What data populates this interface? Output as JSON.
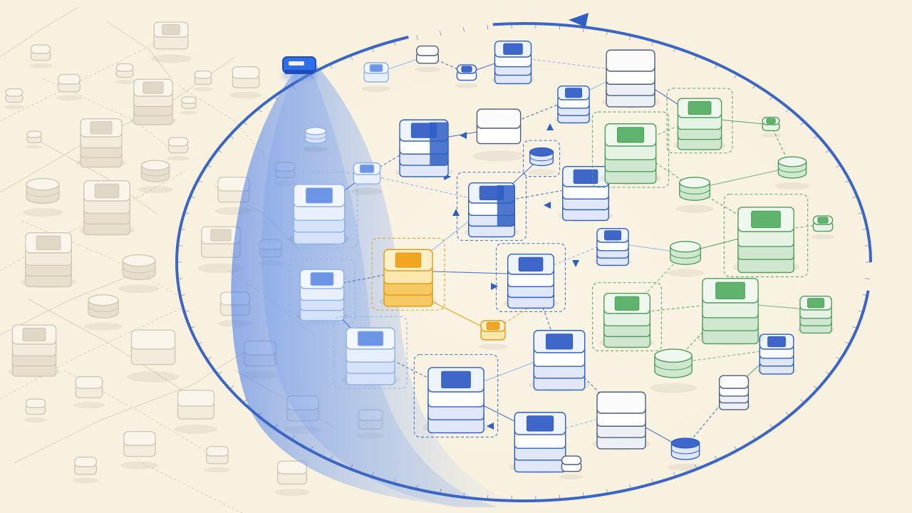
{
  "diagram": {
    "kind": "isometric network topology sweep",
    "palette": {
      "background": "#f8f1df",
      "faded": "#c9c3b4",
      "blue": "#2f5fc4",
      "blue_light": "#8fb0ee",
      "green": "#4f9e5c",
      "green_light": "#cfe7cf",
      "amber": "#f0a623",
      "amber_light": "#fad27a",
      "neutral": "#ffffff",
      "ring": "#3b66c4",
      "sweep": "#5b8ff0"
    },
    "icons": [
      "sweep-emitter-icon",
      "ring-direction-arrow-icon",
      "node-arrow-icon"
    ],
    "node_groups": [
      {
        "group": "faded-outer",
        "count": 40,
        "shapes": [
          "box",
          "stack",
          "cylinder"
        ]
      },
      {
        "group": "scanned-blue",
        "count": 22,
        "shapes": [
          "box",
          "stack",
          "cylinder"
        ]
      },
      {
        "group": "unscanned-green",
        "count": 11,
        "shapes": [
          "box",
          "stack",
          "cylinder"
        ]
      },
      {
        "group": "highlighted-amber",
        "count": 2,
        "shapes": [
          "stack",
          "box"
        ]
      }
    ],
    "text_labels": []
  }
}
